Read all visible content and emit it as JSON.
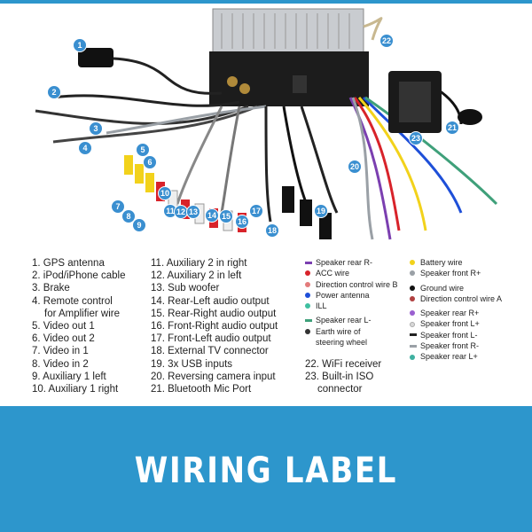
{
  "banner": {
    "title": "WIRING LABEL",
    "color": "#2d96cc"
  },
  "callouts": [
    "1",
    "2",
    "3",
    "4",
    "5",
    "6",
    "7",
    "8",
    "9",
    "10",
    "11",
    "12",
    "13",
    "14",
    "15",
    "16",
    "17",
    "18",
    "19",
    "20",
    "21",
    "22",
    "23"
  ],
  "legend_col1": [
    {
      "label": "1. GPS antenna"
    },
    {
      "label": "2. iPod/iPhone cable"
    },
    {
      "label": "3. Brake"
    },
    {
      "label": "4. Remote control",
      "cont": "for Amplifier wire"
    },
    {
      "label": "5. Video out 1"
    },
    {
      "label": "6. Video out 2"
    },
    {
      "label": "7. Video in 1"
    },
    {
      "label": "8. Video in 2"
    },
    {
      "label": "9. Auxiliary 1 left"
    },
    {
      "label": "10. Auxiliary 1 right"
    }
  ],
  "legend_col2": [
    {
      "label": "11. Auxiliary 2 in right"
    },
    {
      "label": "12. Auxiliary 2 in left"
    },
    {
      "label": "13. Sub woofer"
    },
    {
      "label": "14. Rear-Left audio output"
    },
    {
      "label": "15. Rear-Right audio output"
    },
    {
      "label": "16. Front-Right audio output"
    },
    {
      "label": "17. Front-Left audio output"
    },
    {
      "label": "18. External TV connector"
    },
    {
      "label": "19. 3x USB inputs"
    },
    {
      "label": "20. Reversing camera input"
    },
    {
      "label": "21. Bluetooth Mic Port"
    }
  ],
  "legend_col3": [
    {
      "label": "22. WiFi receiver"
    },
    {
      "label": "23. Built-in ISO",
      "cont": "connector"
    }
  ],
  "wires_col1": [
    {
      "label": "Speaker rear R-",
      "color": "#7b3fb0",
      "style": "dash"
    },
    {
      "label": "ACC wire",
      "color": "#d8232a",
      "style": "dot"
    },
    {
      "label": "Direction control wire B",
      "color": "#e37b7b",
      "style": "dot"
    },
    {
      "label": "Power antenna",
      "color": "#1e4fd8",
      "style": "dot"
    },
    {
      "label": "ILL",
      "color": "#3fbfa0",
      "style": "dot"
    },
    {
      "label": "Speaker rear L-",
      "color": "#3fa07a",
      "style": "dash"
    },
    {
      "label": "Earth wire of",
      "cont": "steering wheel",
      "color": "#333333",
      "style": "dot"
    }
  ],
  "wires_col2": [
    {
      "label": "Battery wire",
      "color": "#f2d21b",
      "style": "dot"
    },
    {
      "label": "Speaker front R+",
      "color": "#9aa0a6",
      "style": "dot"
    },
    {
      "label": "Ground wire",
      "color": "#111111",
      "style": "dot"
    },
    {
      "label": "Direction control wire A",
      "color": "#b04040",
      "style": "dot"
    },
    {
      "label": "Speaker rear R+",
      "color": "#9a5fd0",
      "style": "dot"
    },
    {
      "label": "Speaker front L+",
      "color": "#d8d8d8",
      "style": "dot"
    },
    {
      "label": "Speaker front L-",
      "color": "#222222",
      "style": "dash"
    },
    {
      "label": "Speaker front R-",
      "color": "#9aa0a6",
      "style": "dash"
    },
    {
      "label": "Speaker rear L+",
      "color": "#3fb0a0",
      "style": "dot"
    }
  ]
}
